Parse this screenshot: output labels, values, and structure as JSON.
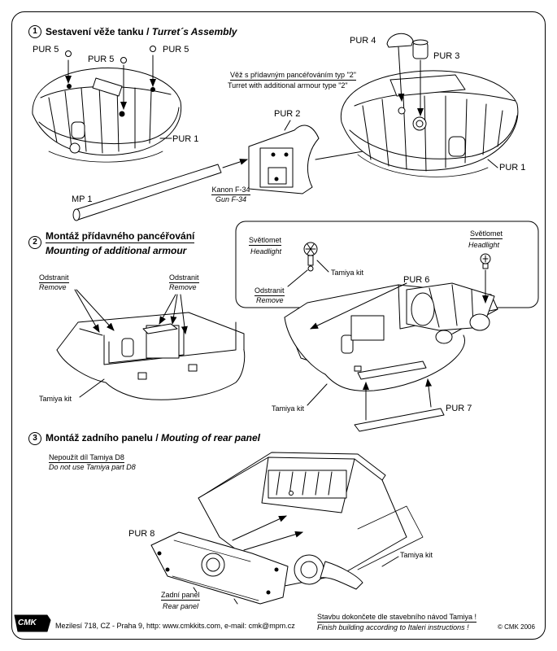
{
  "section1": {
    "number": "1",
    "title_cz": "Sestavení věže tanku",
    "separator": " / ",
    "title_en": "Turret´s Assembly",
    "labels": {
      "pur5_a": "PUR 5",
      "pur5_b": "PUR 5",
      "pur5_c": "PUR 5",
      "pur1_left": "PUR 1",
      "pur1_right": "PUR 1",
      "pur2": "PUR 2",
      "pur3": "PUR 3",
      "pur4": "PUR 4",
      "mp1": "MP 1"
    },
    "turret_type_cz": "Věž s přídavným pancéřováním typ \"2\"",
    "turret_type_en": "Turret with additional armour type \"2\"",
    "gun_cz": "Kanon F-34",
    "gun_en": "Gun F-34"
  },
  "section2": {
    "number": "2",
    "title_cz": "Montáž přídavného pancéřování",
    "title_en": "Mounting of additional armour",
    "remove_left_cz": "Odstranit",
    "remove_left_en": "Remove",
    "remove_mid_cz": "Odstranit",
    "remove_mid_en": "Remove",
    "tamiya_left": "Tamiya kit",
    "inset": {
      "headlight_cz": "Světlomet",
      "headlight_en": "Headlight",
      "tamiya": "Tamiya kit",
      "remove_cz": "Odstranit",
      "remove_en": "Remove"
    },
    "headlight_right_cz": "Světlomet",
    "headlight_right_en": "Headlight",
    "pur6": "PUR 6",
    "pur7": "PUR 7",
    "tamiya_right": "Tamiya kit"
  },
  "section3": {
    "number": "3",
    "title_cz": "Montáž zadního panelu",
    "separator": " / ",
    "title_en": "Mouting of rear panel",
    "note_cz": "Nepoužít díl Tamiya  D8",
    "note_en": "Do not use Tamiya part D8",
    "pur8": "PUR 8",
    "tamiya": "Tamiya kit",
    "rear_panel_cz": "Zadní panel",
    "rear_panel_en": "Rear panel"
  },
  "footer": {
    "logo": "CMK",
    "address": "Mezilesí 718, CZ - Praha 9,  http: www.cmkkits.com, e-mail: cmk@mpm.cz",
    "finish_cz": "Stavbu dokončete dle stavebního návod Tamiya !",
    "finish_en": "Finish building according to Italeri instructions !",
    "copyright": "© CMK 2006"
  }
}
